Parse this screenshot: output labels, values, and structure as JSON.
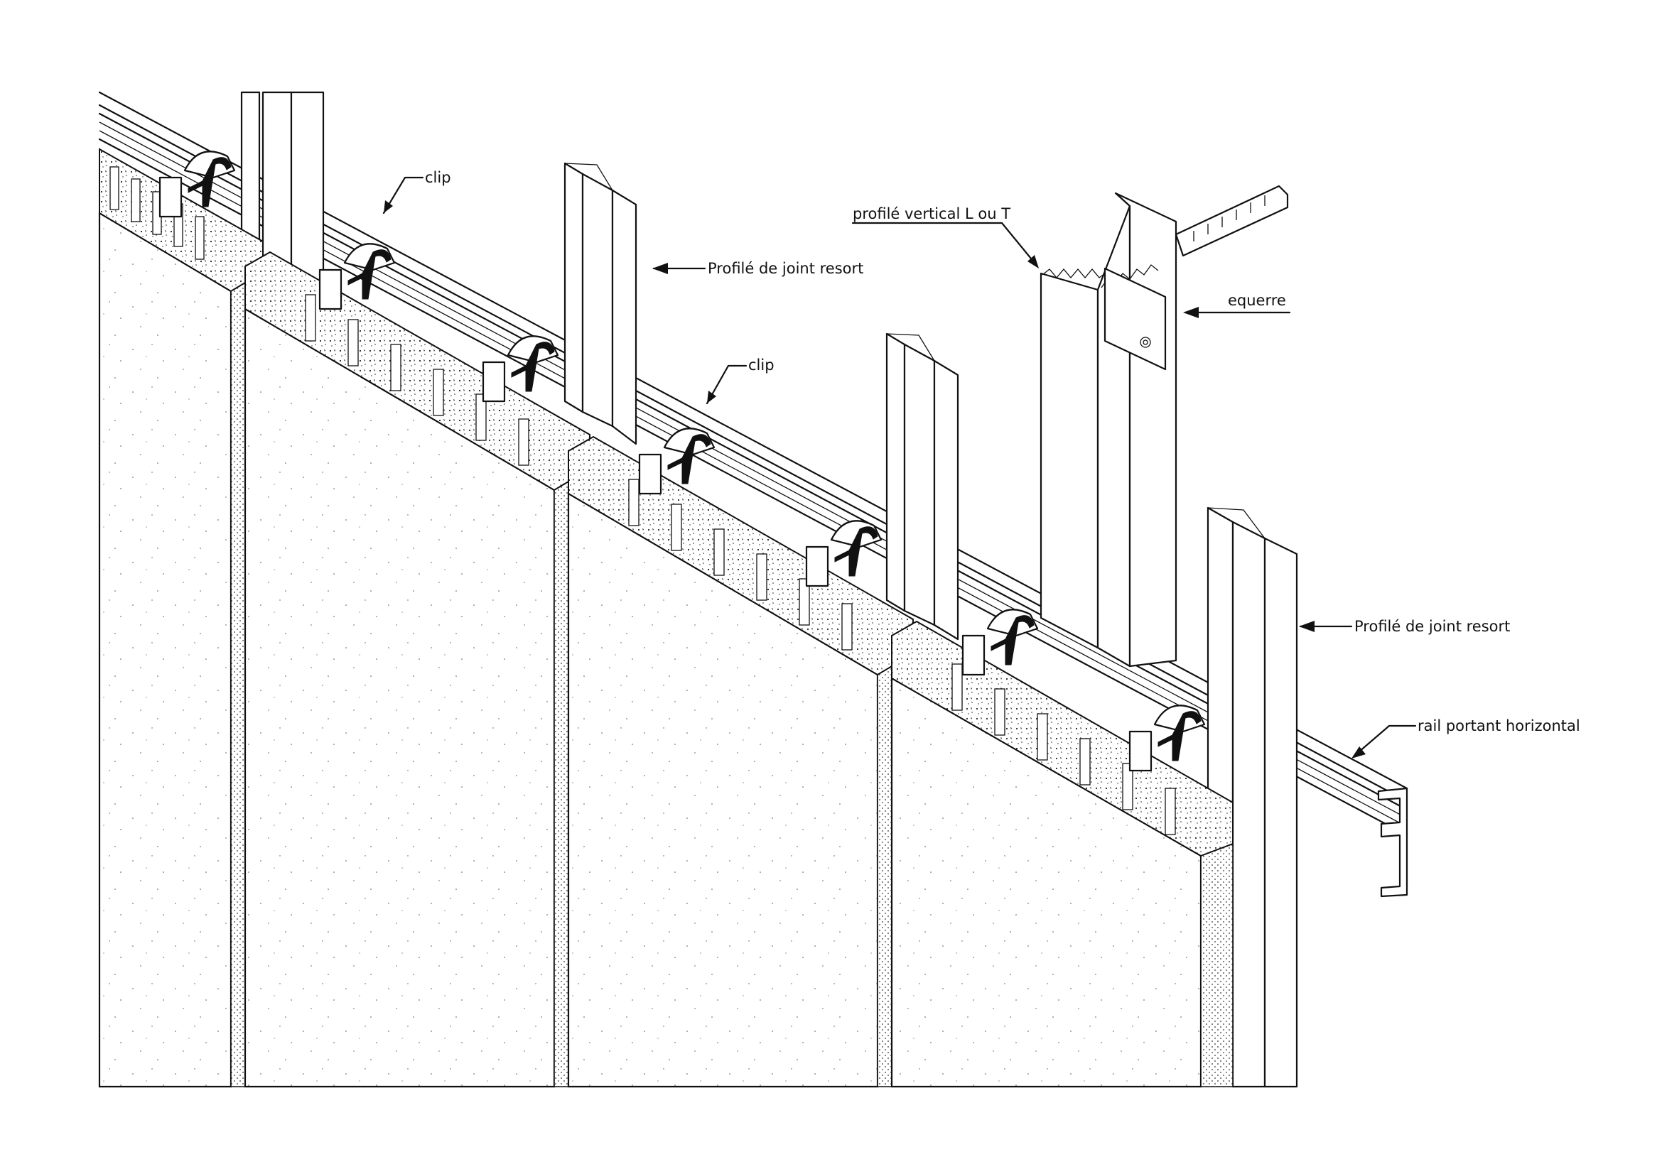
{
  "labels": {
    "clip_1": "clip",
    "clip_2": "clip",
    "joint_spring_profile_1": "Profilé de joint resort",
    "joint_spring_profile_2": "Profilé de joint resort",
    "vertical_profile": "profilé vertical L ou T",
    "bracket": "equerre",
    "horizontal_rail": "rail portant horizontal"
  }
}
